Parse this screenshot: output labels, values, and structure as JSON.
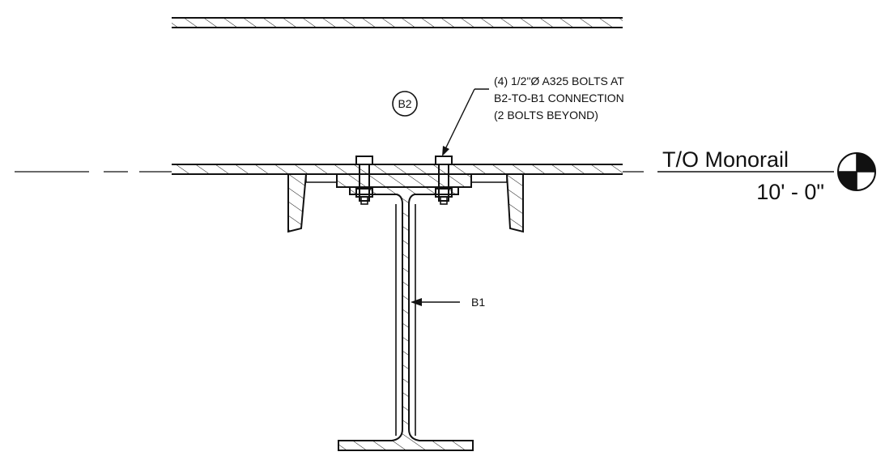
{
  "callout": {
    "tag": "B2",
    "note_lines": [
      "(4) 1/2\"Ø A325 BOLTS AT",
      "B2-TO-B1 CONNECTION",
      "(2 BOLTS BEYOND)"
    ]
  },
  "beam_label": "B1",
  "elevation": {
    "title": "T/O Monorail",
    "value": "10' - 0\""
  }
}
